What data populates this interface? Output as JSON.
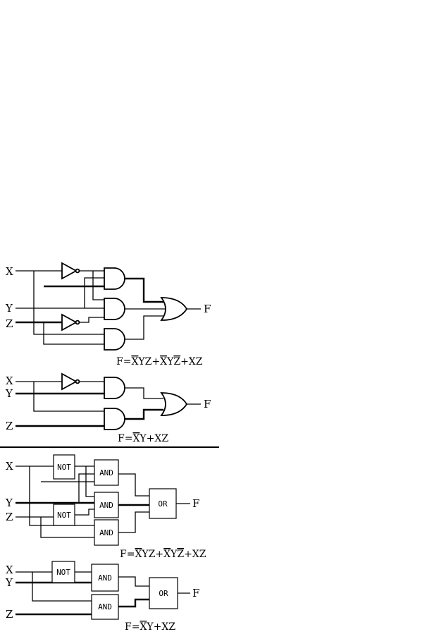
{
  "diagrams": [
    {
      "inputs": [
        "X",
        "Y",
        "Z"
      ],
      "output": "F",
      "equation": {
        "prefix": "F=",
        "parts": [
          [
            "X",
            true
          ],
          [
            "YZ+",
            false
          ],
          [
            "X",
            true
          ],
          [
            "Y",
            false
          ],
          [
            "Z",
            true
          ],
          [
            "+XZ",
            false
          ]
        ]
      }
    },
    {
      "inputs": [
        "X",
        "Y",
        "Z"
      ],
      "output": "F",
      "equation": {
        "prefix": "F=",
        "parts": [
          [
            "X",
            true
          ],
          [
            "Y+XZ",
            false
          ]
        ]
      }
    },
    {
      "inputs": [
        "X",
        "Y",
        "Z"
      ],
      "output": "F",
      "equation": {
        "prefix": "F=",
        "parts": [
          [
            "X",
            true
          ],
          [
            "YZ+",
            false
          ],
          [
            "X",
            true
          ],
          [
            "Y",
            false
          ],
          [
            "Z",
            true
          ],
          [
            "+XZ",
            false
          ]
        ]
      }
    },
    {
      "inputs": [
        "X",
        "Y",
        "Z"
      ],
      "output": "F",
      "equation": {
        "prefix": "F=",
        "parts": [
          [
            "X",
            true
          ],
          [
            "Y+XZ",
            false
          ]
        ]
      }
    }
  ],
  "block_labels": {
    "not": "NOT",
    "and": "AND",
    "or": "OR"
  }
}
